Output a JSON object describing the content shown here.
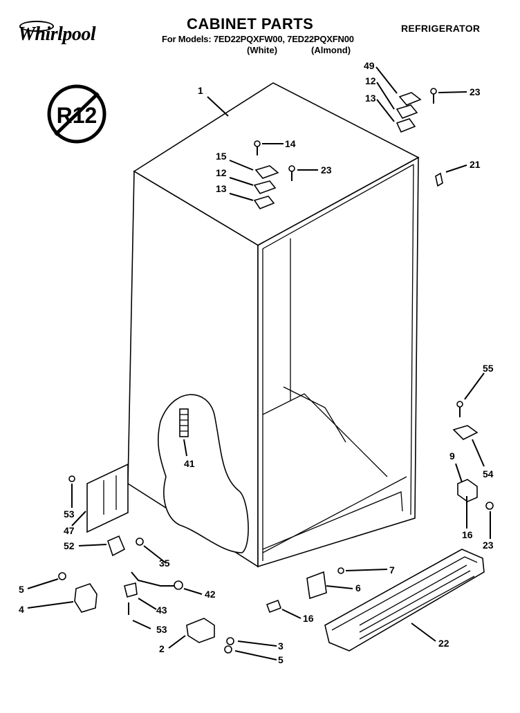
{
  "header": {
    "brand": "Whirlpool",
    "title": "CABINET PARTS",
    "models_line": "For Models: 7ED22PQXFW00, 7ED22PQXFN00",
    "variant_white": "(White)",
    "variant_almond": "(Almond)",
    "category": "REFRIGERATOR"
  },
  "badge": {
    "text": "R12",
    "meaning": "no-R12 symbol"
  },
  "callouts": [
    "1",
    "49",
    "12",
    "13",
    "23",
    "14",
    "15",
    "12",
    "23",
    "13",
    "21",
    "55",
    "9",
    "54",
    "16",
    "23",
    "41",
    "53",
    "47",
    "52",
    "35",
    "7",
    "6",
    "5",
    "4",
    "43",
    "42",
    "53",
    "16",
    "22",
    "2",
    "3",
    "5"
  ]
}
